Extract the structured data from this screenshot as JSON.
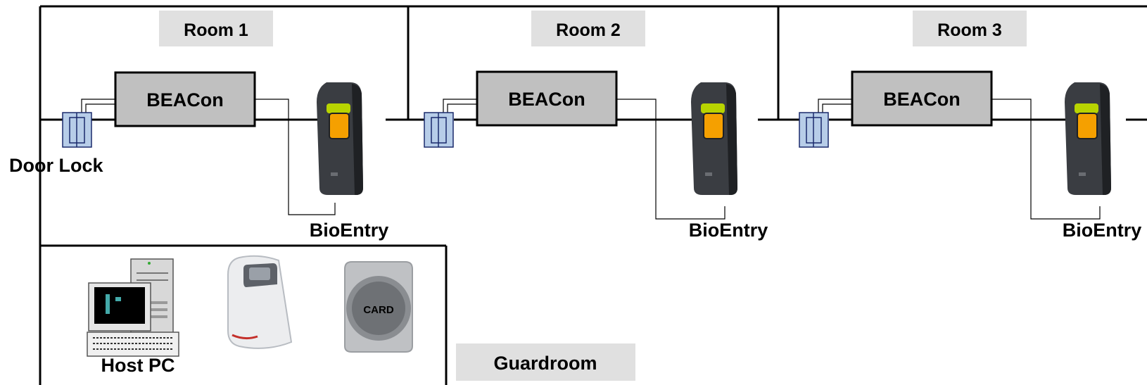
{
  "rooms": [
    {
      "label": "Room 1",
      "controller": "BEACon",
      "reader": "BioEntry"
    },
    {
      "label": "Room 2",
      "controller": "BEACon",
      "reader": "BioEntry"
    },
    {
      "label": "Room 3",
      "controller": "BEACon",
      "reader": "BioEntry"
    }
  ],
  "door_lock_label": "Door Lock",
  "guardroom": {
    "label": "Guardroom",
    "host_pc_label": "Host PC",
    "card_text": "CARD"
  },
  "colors": {
    "label_box": "#e0e0e0",
    "controller_box": "#c0c0c0",
    "door_lock": "#b7cde8",
    "reader_body": "#3a3d42",
    "reader_sensor": "#f5a000"
  }
}
